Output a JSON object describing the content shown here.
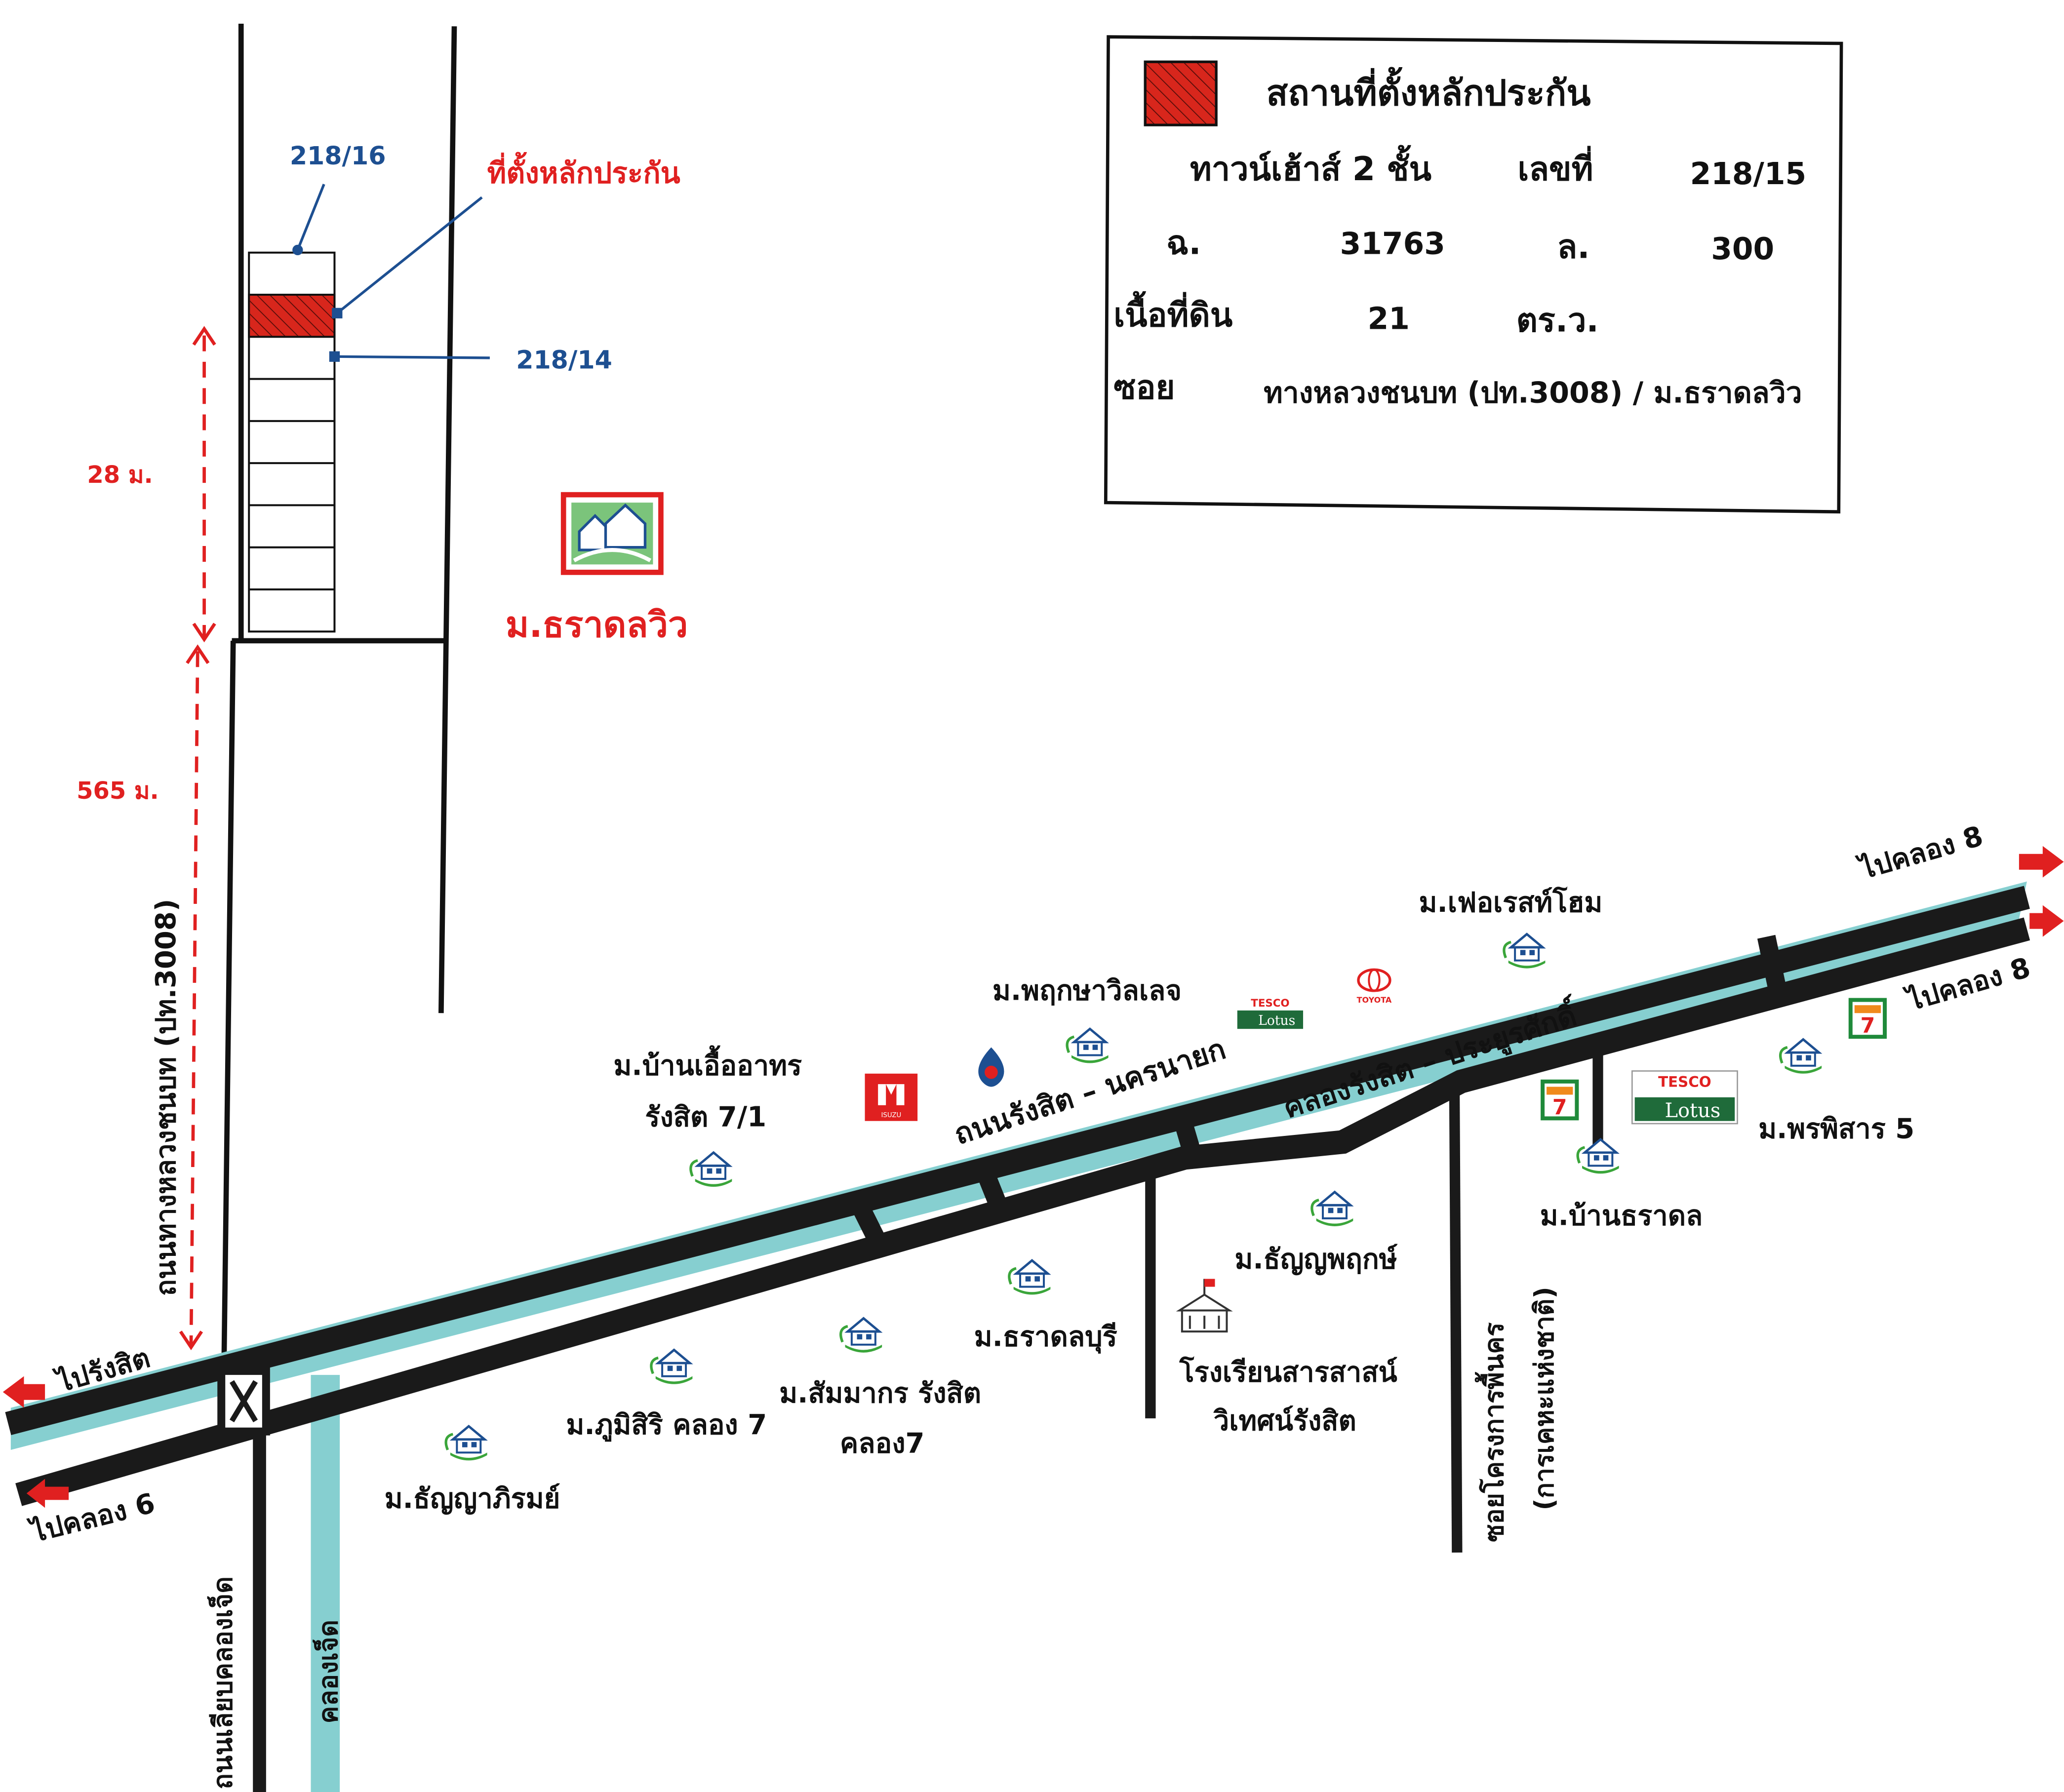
{
  "legend": {
    "title": "สถานที่ตั้งหลักประกัน",
    "rows": [
      {
        "label": "ทาวน์เฮ้าส์ 2 ชั้น",
        "key": "เลขที่",
        "value": "218/15"
      },
      {
        "label": "ฉ.",
        "value1": "31763",
        "key": "ล.",
        "value2": "300"
      },
      {
        "label": "เนื้อที่ดิน",
        "value1": "21",
        "key": "ตร.ว."
      },
      {
        "label": "ซอย",
        "value": "ทางหลวงชนบท (ปท.3008) / ม.ธราดลวิว"
      }
    ],
    "swatch_color": "#d8261c"
  },
  "plot": {
    "house_218_16": "218/16",
    "house_218_14": "218/14",
    "collateral_label": "ที่ตั้งหลักประกัน"
  },
  "distances": {
    "d28": "28 ม.",
    "d565": "565 ม."
  },
  "roads": {
    "rural_road": "ถนนทางหลวงชนบท (ปท.3008)",
    "main_road": "ถนนรังสิต – นครนายก",
    "canal": "คลองรังสิต – ประยูรศักดิ์",
    "canal_jet_road": "ถนนเลียบคลองเจ็ด",
    "canal_jet": "คลองเจ็ด",
    "soi_project": "ซอยโครงการพื้นคร",
    "soi_project_sub": "(การเคหะแห่งชาติ)"
  },
  "directions": {
    "to_rangsit": "ไปรังสิต",
    "to_klong6": "ไปคลอง 6",
    "to_klong8_top": "ไปคลอง 8",
    "to_klong8_bottom": "ไปคลอง 8"
  },
  "places": {
    "tharadol_view": "ม.ธราดลวิว",
    "forest_home": "ม.เฟอเรสท์โฮม",
    "pruksa_village": "ม.พฤกษาวิลเลจ",
    "baan_eua_line1": "ม.บ้านเอื้ออาทร",
    "baan_eua_line2": "รังสิต 7/1",
    "pornpisarn": "ม.พรพิสาร 5",
    "baan_tharadol": "ม.บ้านธราดล",
    "thanya_pruk": "ม.ธัญญพฤกษ์",
    "tharadol_buri": "ม.ธราดลบุรี",
    "school_line1": "โรงเรียนสารสาสน์",
    "school_line2": "วิเทศน์รังสิต",
    "sammakorn_line1": "ม.สัมมากร รังสิต",
    "sammakorn_line2": "คลอง7",
    "phumsiri": "ม.ภูมิสิริ คลอง 7",
    "thanyaphirom": "ม.ธัญญาภิรมย์"
  },
  "brands": {
    "tesco_top": "TESCO",
    "lotus_top": "Lotus",
    "tesco_big": "TESCO",
    "lotus_big": "Lotus",
    "toyota": "TOYOTA",
    "seven": "7",
    "isuzu": "ISUZU"
  },
  "colors": {
    "road": "#1a1a1a",
    "canal": "#86cfd0",
    "blue_text": "#1d4f91",
    "red_text": "#e02020",
    "collateral": "#d8261c"
  },
  "icons": [
    "house-icon",
    "village-logo-icon",
    "school-icon",
    "arrow-left-icon",
    "arrow-right-icon",
    "gas-station-icon",
    "seven-eleven-icon",
    "tesco-lotus-icon",
    "toyota-icon",
    "isuzu-icon"
  ]
}
